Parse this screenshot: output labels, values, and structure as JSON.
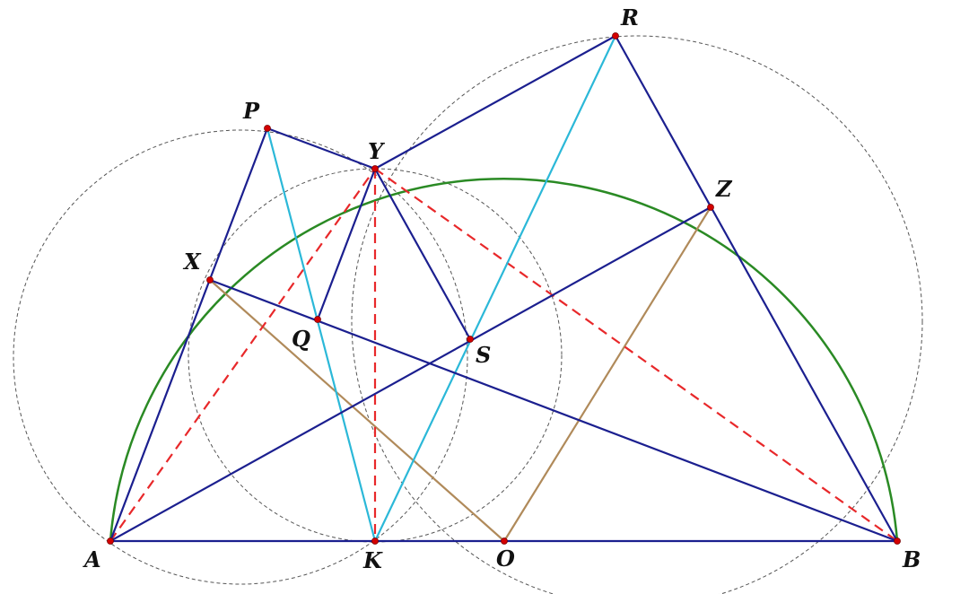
{
  "labels": {
    "A": "A",
    "B": "B",
    "K": "K",
    "O": "O",
    "X": "X",
    "Y": "Y",
    "Z": "Z",
    "P": "P",
    "Q": "Q",
    "R": "R",
    "S": "S"
  },
  "colors": {
    "navy": "#1b1f8f",
    "cyan": "#2bb8d8",
    "red": "#e8282a",
    "tan": "#b08a5a",
    "green": "#2a8a24",
    "dashed_circle": "#555555",
    "point": "#d40000"
  }
}
